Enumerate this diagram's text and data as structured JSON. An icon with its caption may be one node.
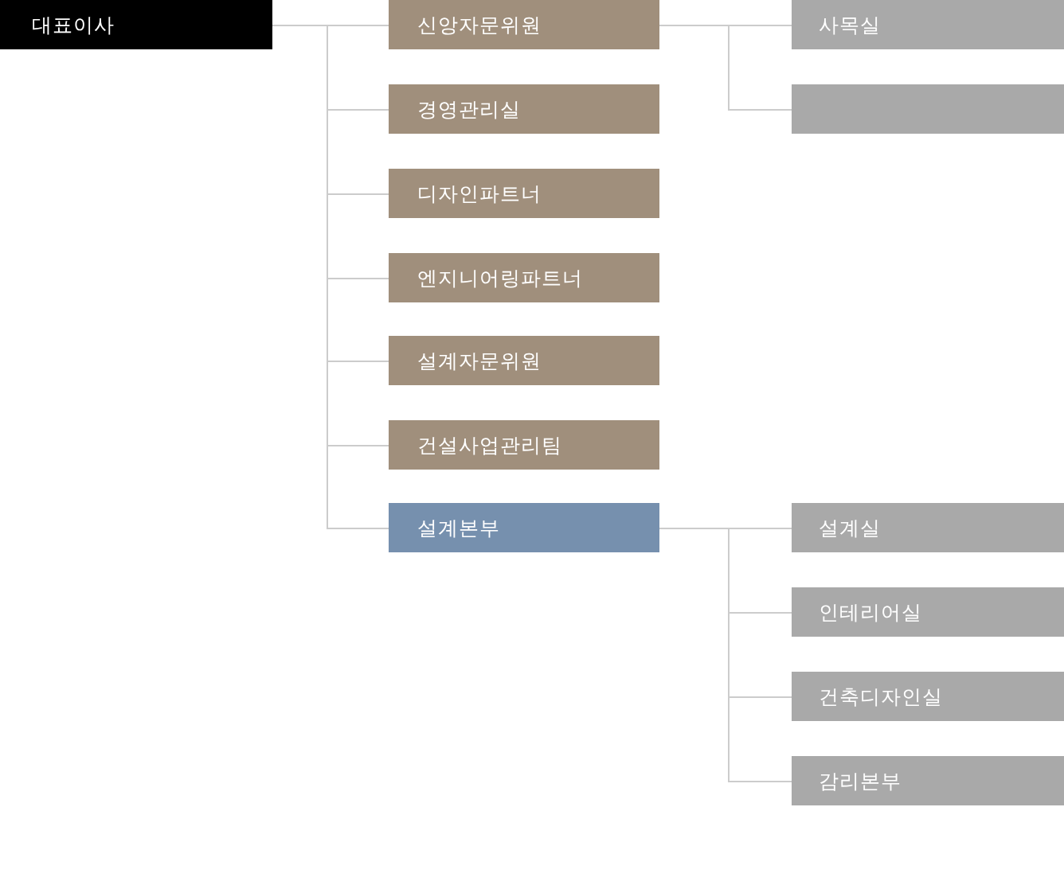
{
  "diagram": {
    "nodes": [
      {
        "text": [
          "대표이사"
        ]
      },
      {
        "text": [
          "신앙자문위원"
        ]
      },
      {
        "text": [
          "사목실"
        ]
      },
      {
        "text": [],
        "shape": "box"
      },
      {
        "text": [
          "경영관리실"
        ]
      },
      {
        "text": [
          "디자인파트너"
        ]
      },
      {
        "text": [
          "엔지니어링파트너"
        ]
      },
      {
        "text": [
          "설계자문위원"
        ]
      },
      {
        "text": [
          "건설사업관리팀"
        ]
      },
      {
        "text": [
          "설계본부"
        ]
      },
      {
        "text": [
          "설계실"
        ]
      },
      {
        "text": [
          "인테리어실"
        ]
      },
      {
        "text": [
          "건축디자인실"
        ]
      },
      {
        "text": [
          "감리본부"
        ]
      }
    ],
    "edges": [
      {
        "from": 0,
        "to": 1,
        "arrow": "none"
      },
      {
        "from": 0,
        "to": 4,
        "arrow": "none"
      },
      {
        "from": 0,
        "to": 5,
        "arrow": "none"
      },
      {
        "from": 0,
        "to": 6,
        "arrow": "none"
      },
      {
        "from": 0,
        "to": 7,
        "arrow": "none"
      },
      {
        "from": 0,
        "to": 8,
        "arrow": "none"
      },
      {
        "from": 0,
        "to": 9,
        "arrow": "none"
      },
      {
        "from": 1,
        "to": 2,
        "arrow": "none"
      },
      {
        "from": 1,
        "to": 3,
        "arrow": "none"
      },
      {
        "from": 9,
        "to": 10,
        "arrow": "none"
      },
      {
        "from": 9,
        "to": 11,
        "arrow": "none"
      },
      {
        "from": 9,
        "to": 12,
        "arrow": "none"
      },
      {
        "from": 9,
        "to": 13,
        "arrow": "none"
      }
    ]
  }
}
